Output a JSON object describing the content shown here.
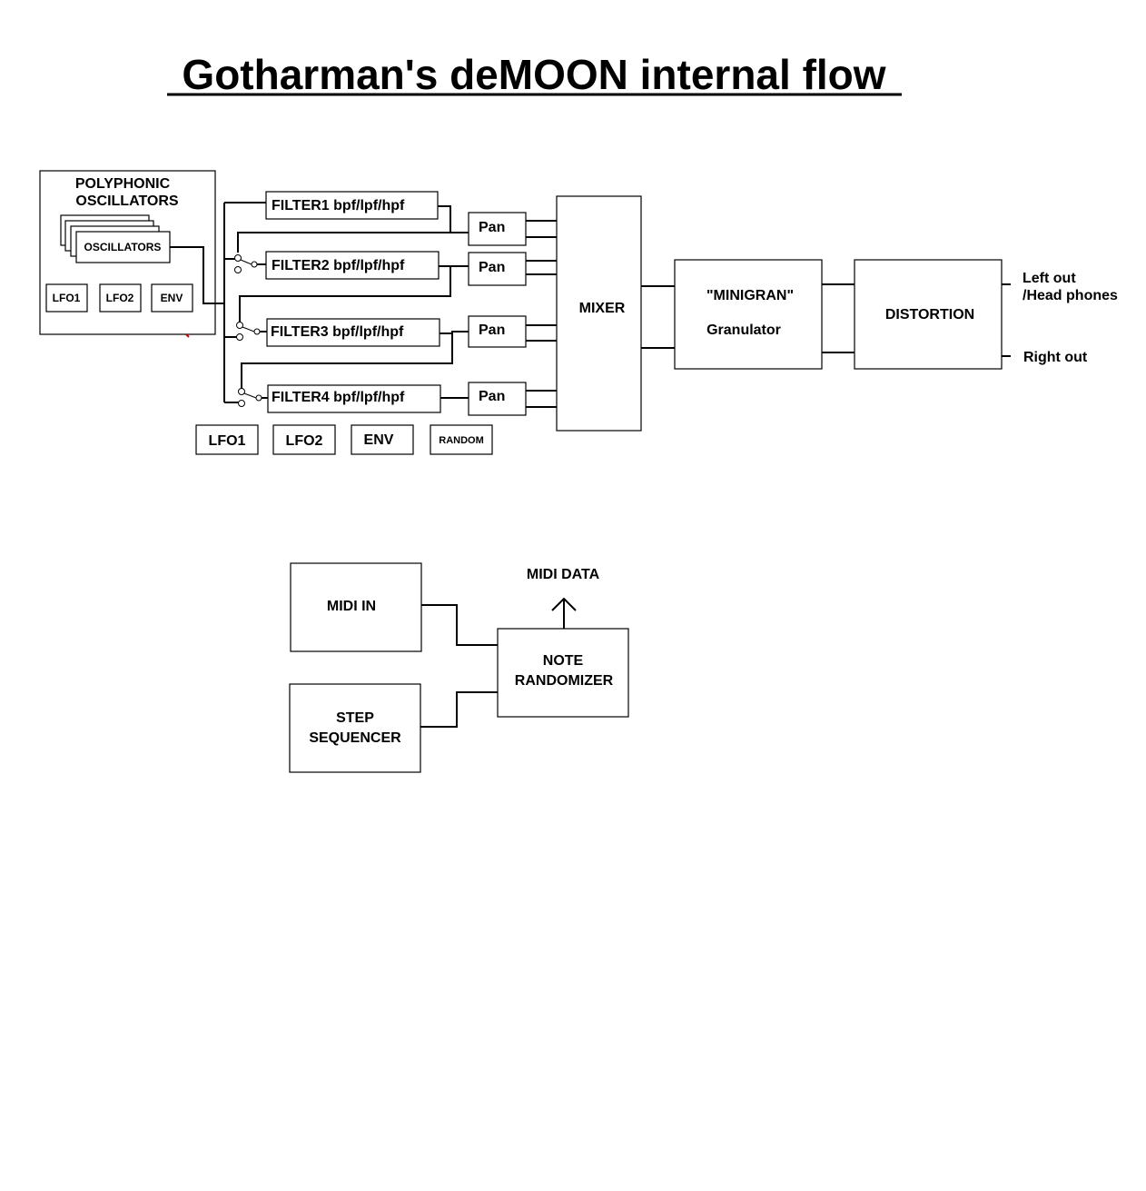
{
  "title": "Gotharman's deMOON internal flow",
  "voice": {
    "heading_line1": "POLYPHONIC",
    "heading_line2": "OSCILLATORS",
    "oscillators": "OSCILLATORS",
    "lfo1": "LFO1",
    "lfo2": "LFO2",
    "env": "ENV"
  },
  "filters": [
    {
      "label": "FILTER1 bpf/lpf/hpf"
    },
    {
      "label": "FILTER2 bpf/lpf/hpf"
    },
    {
      "label": "FILTER3 bpf/lpf/hpf"
    },
    {
      "label": "FILTER4 bpf/lpf/hpf"
    }
  ],
  "pans": [
    "Pan",
    "Pan",
    "Pan",
    "Pan"
  ],
  "modulators": [
    "LFO1",
    "LFO2",
    "ENV",
    "RANDOM"
  ],
  "mixer": "MIXER",
  "granulator": {
    "line1": "\"MINIGRAN\"",
    "line2": "Granulator"
  },
  "distortion": "DISTORTION",
  "outputs": {
    "left_line1": "Left out",
    "left_line2": "/Head phones",
    "right": "Right out"
  },
  "midi": {
    "midi_in": "MIDI IN",
    "step_line1": "STEP",
    "step_line2": "SEQUENCER",
    "randomizer_line1": "NOTE",
    "randomizer_line2": "RANDOMIZER",
    "midi_data": "MIDI DATA"
  }
}
